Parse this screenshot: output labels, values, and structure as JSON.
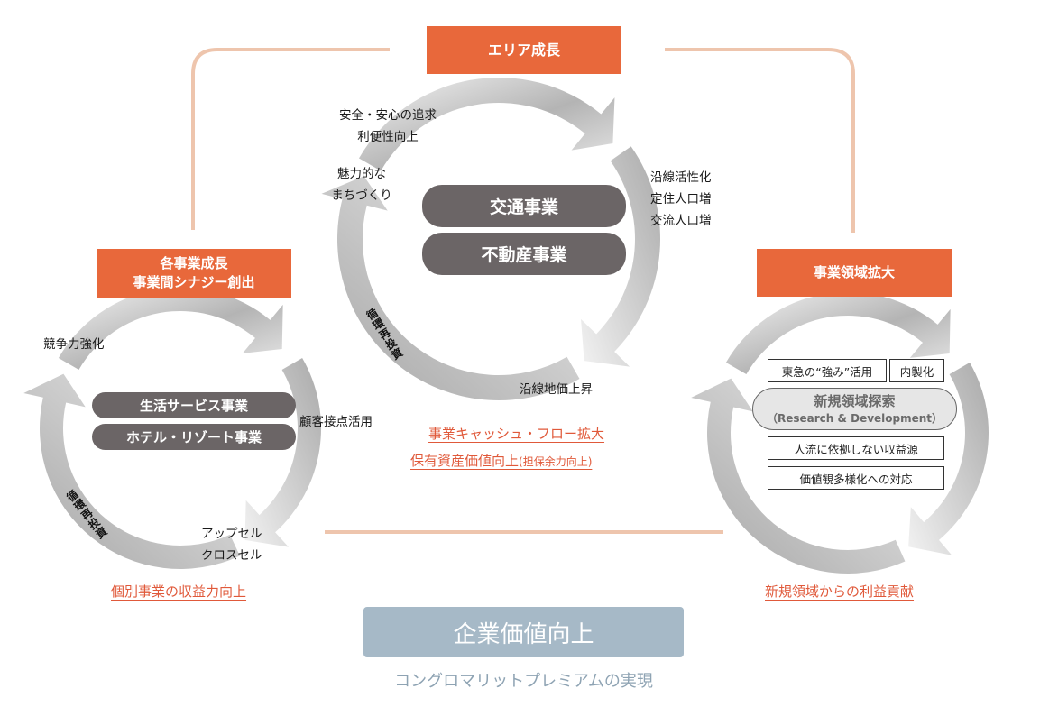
{
  "colors": {
    "accent_orange": "#e8683b",
    "outcome_red": "#e0593a",
    "frame_peach": "#eec5ad",
    "pill_gray": "#6b6566",
    "value_box": "#a6b9c7",
    "value_sub": "#8ea3b3"
  },
  "center_cycle": {
    "header": "エリア成長",
    "businesses": [
      "交通事業",
      "不動産事業"
    ],
    "labels": {
      "safety": [
        "安全・安心の追求",
        "利便性向上"
      ],
      "town": [
        "魅力的な",
        "まちづくり"
      ],
      "line_activation": [
        "沿線活性化",
        "定住人口増",
        "交流人口増"
      ],
      "land_price": "沿線地価上昇",
      "reinvest": "循環再投資"
    },
    "outcomes": [
      "事業キャッシュ・フロー拡大",
      "保有資産価値向上",
      "(担保余力向上)"
    ]
  },
  "left_cycle": {
    "header": [
      "各事業成長",
      "事業間シナジー創出"
    ],
    "businesses": [
      "生活サービス事業",
      "ホテル・リゾート事業"
    ],
    "labels": {
      "competitiveness": "競争力強化",
      "customer_touch": "顧客接点活用",
      "sell": [
        "アップセル",
        "クロスセル"
      ],
      "reinvest": "循環再投資"
    },
    "outcome": "個別事業の収益力向上"
  },
  "right_cycle": {
    "header": "事業領域拡大",
    "boxes": {
      "strength": "東急の“強み”活用",
      "inhouse": "内製化",
      "rnd_title": "新規領域探索",
      "rnd_sub": "（Research & Development）",
      "revenue": "人流に依拠しない収益源",
      "values": "価値観多様化への対応"
    },
    "outcome": "新規領域からの利益貢献"
  },
  "corporate_value": {
    "title": "企業価値向上",
    "subtitle": "コングロマリットプレミアムの実現"
  }
}
